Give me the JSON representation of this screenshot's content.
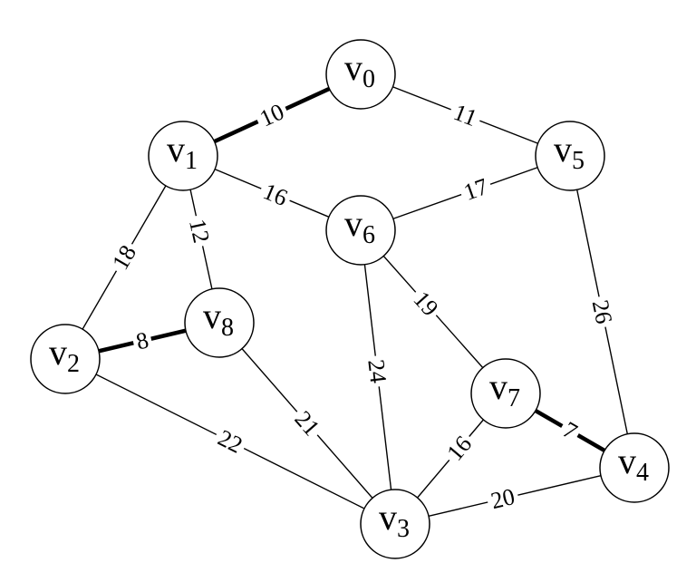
{
  "graph": {
    "nodes": [
      {
        "id": "v0",
        "base": "v",
        "sub": "0"
      },
      {
        "id": "v1",
        "base": "v",
        "sub": "1"
      },
      {
        "id": "v2",
        "base": "v",
        "sub": "2"
      },
      {
        "id": "v3",
        "base": "v",
        "sub": "3"
      },
      {
        "id": "v4",
        "base": "v",
        "sub": "4"
      },
      {
        "id": "v5",
        "base": "v",
        "sub": "5"
      },
      {
        "id": "v6",
        "base": "v",
        "sub": "6"
      },
      {
        "id": "v7",
        "base": "v",
        "sub": "7"
      },
      {
        "id": "v8",
        "base": "v",
        "sub": "8"
      }
    ],
    "edges": [
      {
        "from": "v0",
        "to": "v1",
        "weight": "10",
        "bold": true
      },
      {
        "from": "v0",
        "to": "v5",
        "weight": "11",
        "bold": false
      },
      {
        "from": "v1",
        "to": "v6",
        "weight": "16",
        "bold": false
      },
      {
        "from": "v5",
        "to": "v6",
        "weight": "17",
        "bold": false
      },
      {
        "from": "v1",
        "to": "v2",
        "weight": "18",
        "bold": false
      },
      {
        "from": "v1",
        "to": "v8",
        "weight": "12",
        "bold": false
      },
      {
        "from": "v2",
        "to": "v8",
        "weight": "8",
        "bold": true
      },
      {
        "from": "v2",
        "to": "v3",
        "weight": "22",
        "bold": false
      },
      {
        "from": "v8",
        "to": "v3",
        "weight": "21",
        "bold": false
      },
      {
        "from": "v6",
        "to": "v3",
        "weight": "24",
        "bold": false
      },
      {
        "from": "v6",
        "to": "v7",
        "weight": "19",
        "bold": false
      },
      {
        "from": "v5",
        "to": "v4",
        "weight": "26",
        "bold": false
      },
      {
        "from": "v7",
        "to": "v4",
        "weight": "7",
        "bold": true
      },
      {
        "from": "v7",
        "to": "v3",
        "weight": "16",
        "bold": false
      },
      {
        "from": "v3",
        "to": "v4",
        "weight": "20",
        "bold": false
      }
    ]
  }
}
